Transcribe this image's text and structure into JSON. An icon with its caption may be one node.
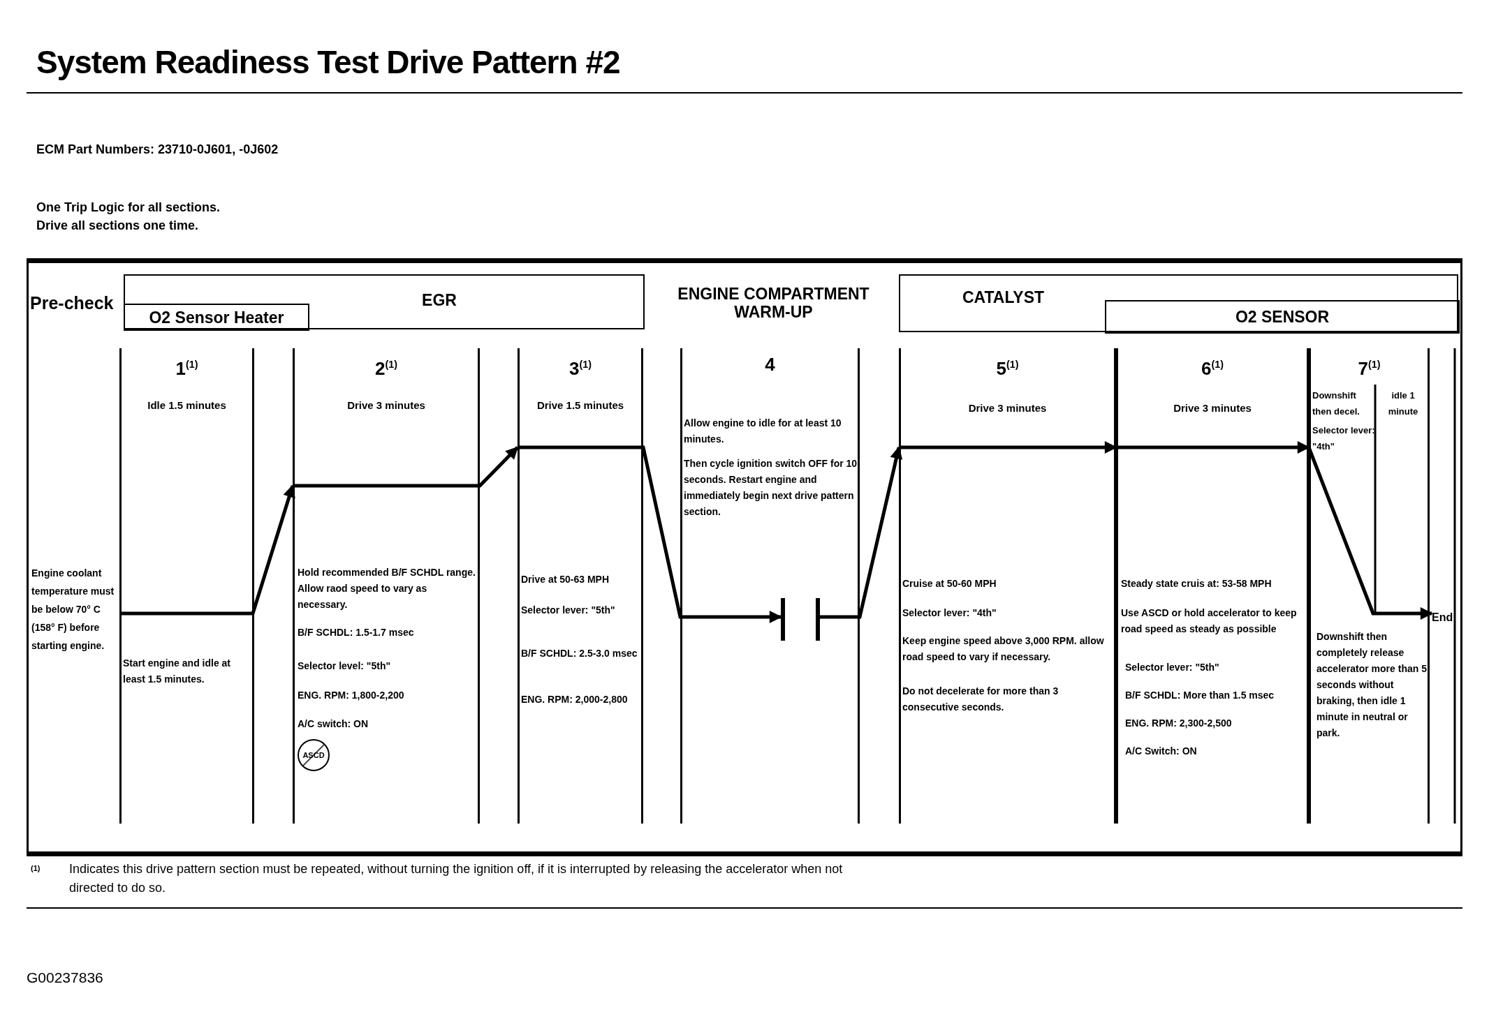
{
  "diagram": {
    "title": "System Readiness Test Drive Pattern #2",
    "nodes": [
      {
        "text": [
          "EGR"
        ]
      },
      {
        "text": [
          "O2 Sensor Heater"
        ],
        "in": 0
      },
      {
        "text": [
          "CATALYST"
        ]
      },
      {
        "text": [
          "O2 SENSOR"
        ],
        "in": 2
      },
      {
        "text": [
          "1$^{(1)}$",
          "Idle 1.5 minutes",
          "Start engine and idle at least 1.5 minutes."
        ]
      },
      {
        "text": [
          "2$^{(1)}$",
          "Drive 3 minutes",
          "Hold recommended B/F SCHDL range. Allow raod speed to vary as necessary.",
          "B/F SCHDL: 1.5-1.7 msec",
          "Selector level: \"5th\"",
          "ENG. RPM: 1,800-2,200",
          "A/C switch: ON",
          "ASCD"
        ]
      },
      {
        "text": [
          "3$^{(1)}$",
          "Drive 1.5 minutes",
          "Drive at 50-63 MPH",
          "Selector lever: \"5th\"",
          "B/F SCHDL: 2.5-3.0 msec",
          "ENG. RPM: 2,000-2,800"
        ]
      },
      {
        "text": [
          "4",
          "Allow engine to idle for at least 10 minutes.",
          "Then cycle ignition switch OFF for 10 seconds. Restart engine and immediately begin next drive pattern section."
        ]
      },
      {
        "text": [
          "5$^{(1)}$",
          "Drive 3 minutes",
          "Cruise at 50-60 MPH",
          "Selector lever: \"4th\"",
          "Keep engine speed above 3,000 RPM. allow road speed to vary if necessary.",
          "Do not decelerate for more than 3 consecutive seconds."
        ]
      },
      {
        "text": [
          "6$^{(1)}$",
          "Drive 3 minutes",
          "Steady state cruis at: 53-58 MPH",
          "Use ASCD or hold accelerator to keep road speed as steady as possible",
          "Selector lever: \"5th\"",
          "B/F SCHDL: More than 1.5 msec",
          "ENG. RPM: 2,300-2,500",
          "A/C Switch: ON"
        ]
      },
      {
        "text": [
          "7$^{(1)}$",
          "Downshift then decel.",
          "Selector lever: \"4th\"",
          "idle 1 minute",
          "Downshift then completely release accelerator more than 5 seconds without braking, then idle 1 minute in neutral or park."
        ]
      },
      {
        "text": [
          "End"
        ]
      }
    ],
    "edges": [
      {
        "from": 4,
        "to": 5,
        "arrow": "to"
      },
      {
        "from": 5,
        "to": 6,
        "arrow": "to"
      },
      {
        "from": 6,
        "to": 7,
        "arrow": "to"
      },
      {
        "from": 7,
        "to": 8,
        "arrow": "to"
      },
      {
        "from": 8,
        "to": 9,
        "arrow": "to"
      },
      {
        "from": 9,
        "to": 10,
        "arrow": "to"
      },
      {
        "from": 10,
        "to": 11,
        "arrow": "to"
      }
    ],
    "labels": [
      "ECM Part Numbers: 23710-0J601, -0J602",
      "One Trip Logic for all sections.",
      "Drive all sections one time.",
      "Pre-check",
      "ENGINE COMPARTMENT WARM-UP",
      "Engine coolant temperature must be below 70° C (158° F) before starting engine.",
      "(1)",
      "Indicates this drive pattern section must be repeated, without turning the ignition off, if it is interrupted by releasing the accelerator when not directed to do so.",
      "G00237836"
    ]
  }
}
